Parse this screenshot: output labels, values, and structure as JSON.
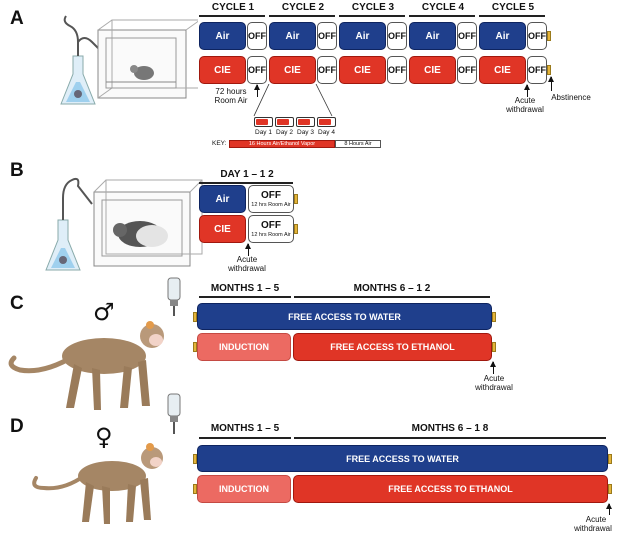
{
  "colors": {
    "air": "#1f3f8c",
    "cie": "#e03526",
    "induction": "#ec6a62",
    "off": "#ffffff",
    "tab": "#e5b43a"
  },
  "icons": [
    "vapor-flask-icon",
    "vapor-chamber-icon",
    "rat-icon",
    "monkey-icon",
    "water-bottle-icon",
    "male-symbol-icon",
    "female-symbol-icon"
  ],
  "panel_a": {
    "label": "A",
    "cycles": [
      "CYCLE 1",
      "CYCLE 2",
      "CYCLE 3",
      "CYCLE 4",
      "CYCLE 5"
    ],
    "air_label": "Air",
    "cie_label": "CIE",
    "off_label": "OFF",
    "note_72_line1": "72 hours",
    "note_72_line2": "Room Air",
    "note_acute_line1": "Acute",
    "note_acute_line2": "withdrawal",
    "note_abstinence": "Abstinence",
    "days": [
      "Day 1",
      "Day 2",
      "Day 3",
      "Day 4"
    ],
    "key_label": "KEY:",
    "key_vapor": "16 Hours Air/Ethanol Vapor",
    "key_air": "8 Hours Air"
  },
  "panel_b": {
    "label": "B",
    "header": "DAY 1 – 1 2",
    "air_label": "Air",
    "cie_label": "CIE",
    "off_label": "OFF",
    "off_sub": "12 hrs Room Air",
    "note_acute_line1": "Acute",
    "note_acute_line2": "withdrawal"
  },
  "panel_c": {
    "label": "C",
    "sex_symbol": "♂",
    "header_1": "MONTHS 1 – 5",
    "header_2": "MONTHS 6 – 1 2",
    "water_label": "FREE ACCESS TO WATER",
    "induction_label": "INDUCTION",
    "ethanol_label": "FREE ACCESS TO ETHANOL",
    "note_acute_line1": "Acute",
    "note_acute_line2": "withdrawal"
  },
  "panel_d": {
    "label": "D",
    "sex_symbol": "♀",
    "header_1": "MONTHS 1 – 5",
    "header_2": "MONTHS 6 – 1 8",
    "water_label": "FREE ACCESS TO WATER",
    "induction_label": "INDUCTION",
    "ethanol_label": "FREE ACCESS TO ETHANOL",
    "note_acute_line1": "Acute",
    "note_acute_line2": "withdrawal"
  }
}
